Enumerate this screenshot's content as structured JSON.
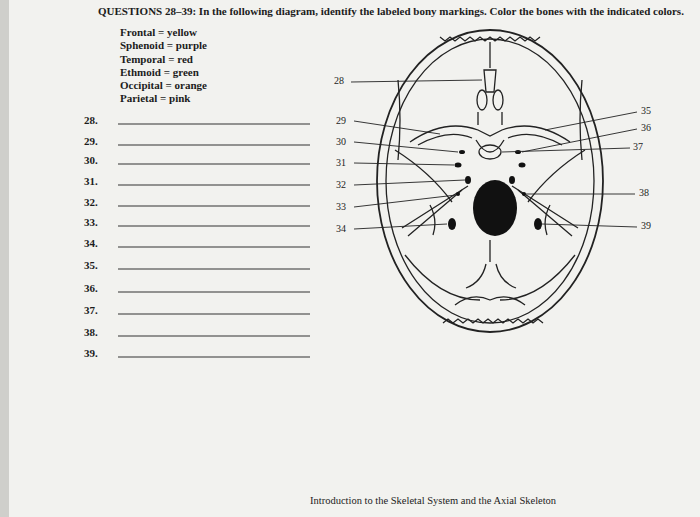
{
  "diagram": {
    "title": "QUESTIONS 28–39: In the following diagram, identify the labeled bony markings. Color the bones with the indicated colors.",
    "labels": [
      "Frontal = yellow",
      "Sphenoid = purple",
      "Temporal = red",
      "Ethmoid = green",
      "Occipital = orange",
      "Parietal = pink",
      "28.",
      "29.",
      "30.",
      "31.",
      "32.",
      "33.",
      "34.",
      "35.",
      "36.",
      "37.",
      "38.",
      "39.",
      "28",
      "29",
      "30",
      "31",
      "32",
      "33",
      "34",
      "35",
      "36",
      "37",
      "38",
      "39",
      "Introduction to the Skeletal System and the Axial Skeleton"
    ]
  }
}
